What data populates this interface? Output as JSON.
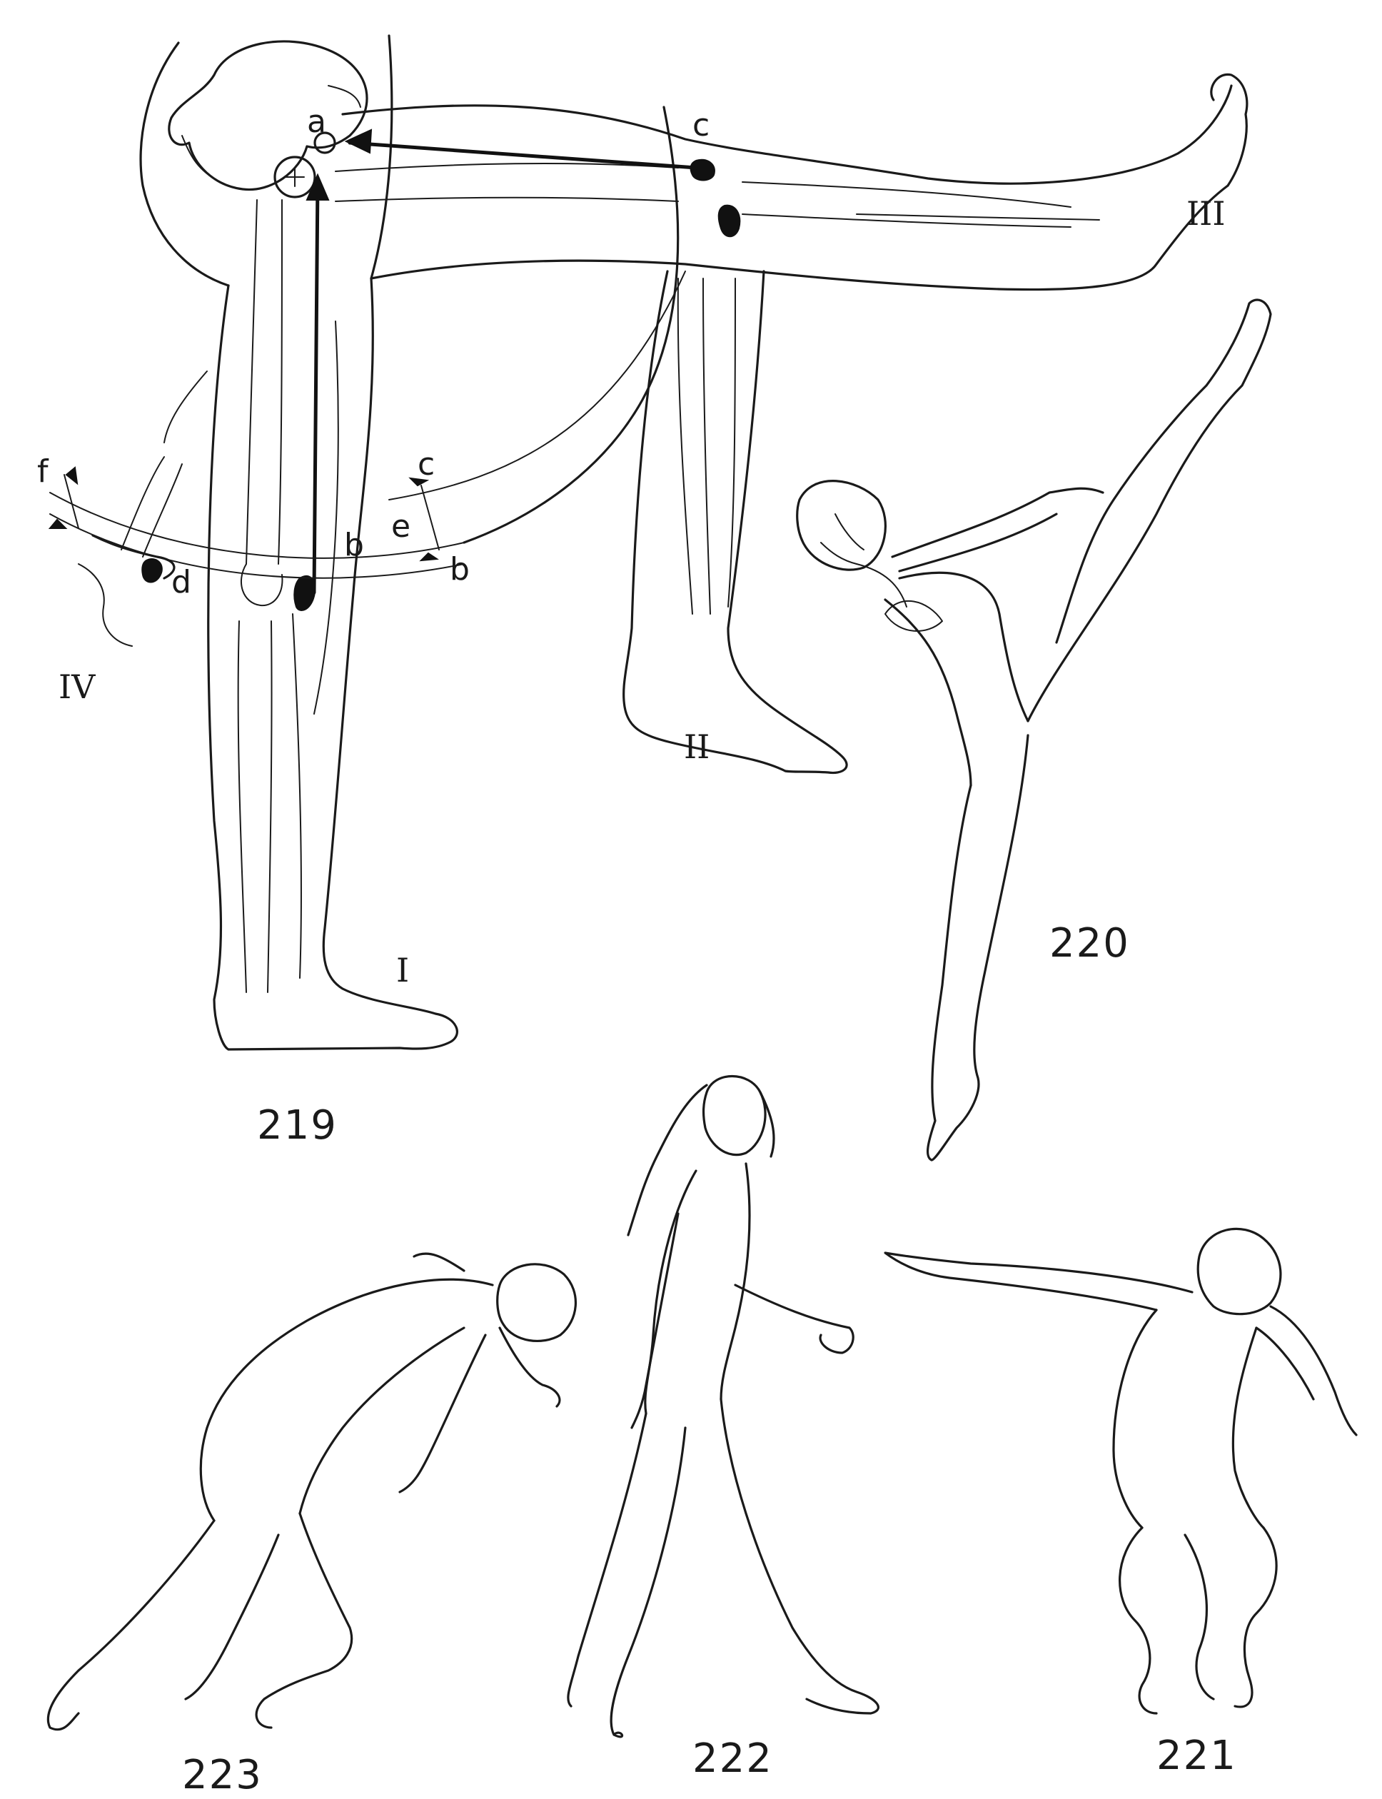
{
  "figures": {
    "f219": "219",
    "f220": "220",
    "f221": "221",
    "f222": "222",
    "f223": "223"
  },
  "positions": {
    "I": "I",
    "II": "II",
    "III": "III",
    "IV": "IV"
  },
  "letters": {
    "a": "a",
    "c_knee": "c",
    "c_arc": "c",
    "b_arc": "b",
    "b_mark": "b",
    "e": "e",
    "f": "f",
    "d": "d"
  }
}
